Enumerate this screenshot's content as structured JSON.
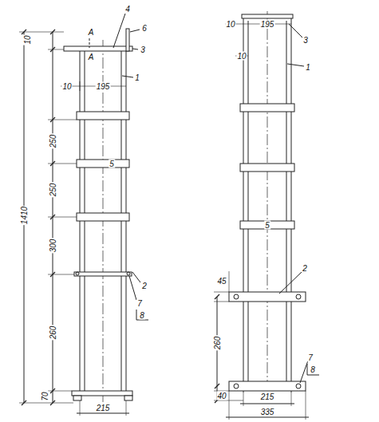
{
  "diagram": {
    "labels": [
      "10",
      "А",
      "А",
      "4",
      "6",
      "3",
      "1",
      "10",
      "195",
      "250",
      "5",
      "250",
      "1410",
      "300",
      "2",
      "260",
      "7",
      "8",
      "70",
      "215",
      "10",
      "195",
      "3",
      "10",
      "1",
      "5",
      "45",
      "2",
      "260",
      "7",
      "8",
      "40",
      "215",
      "335"
    ]
  }
}
